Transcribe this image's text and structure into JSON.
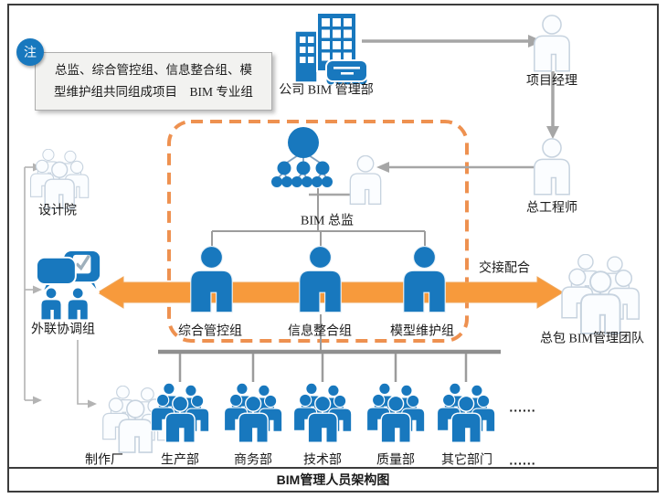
{
  "title": "BIM管理人员架构图",
  "note": {
    "badge": "注",
    "line1": "总监、综合管控组、信息整合组、模",
    "line2": "型维护组共同组成项目　BIM 专业组"
  },
  "nodes": {
    "company": "公司 BIM 管理部",
    "project_manager": "项目经理",
    "chief_engineer": "总工程师",
    "design_institute": "设计院",
    "external_liaison": "外联协调组",
    "fabrication_plant": "制作厂",
    "bim_director": "BIM 总监",
    "group_control": "综合管控组",
    "group_info": "信息整合组",
    "group_model": "模型维护组",
    "handover": "交接配合",
    "gc_team": "总包 BIM管理团队"
  },
  "departments": [
    {
      "label": "生产部"
    },
    {
      "label": "商务部"
    },
    {
      "label": "技术部"
    },
    {
      "label": "质量部"
    },
    {
      "label": "其它部门"
    }
  ],
  "ellipsis": "......",
  "colors": {
    "blue": "#1878BE",
    "orange_arrow": "#F79A3C",
    "dashed_box": "#EE9150",
    "line_gray": "#A6A6A6",
    "light_icon_stroke": "#C7D3DF",
    "frame": "#3C3C3C",
    "note_bg": "#F2F2F0"
  }
}
